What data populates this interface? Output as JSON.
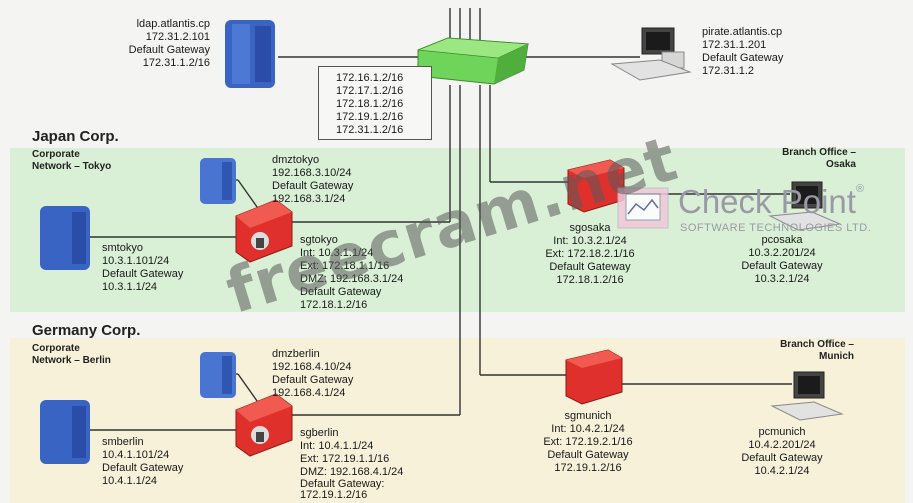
{
  "nodes": {
    "ldap": {
      "name": "ldap.atlantis.cp",
      "ip": "172.31.2.101",
      "gw_label": "Default Gateway",
      "gw": "172.31.1.2/16"
    },
    "pirate": {
      "name": "pirate.atlantis.cp",
      "ip": "172.31.1.201",
      "gw_label": "Default Gateway",
      "gw": "172.31.1.2"
    },
    "router_routes": [
      "172.16.1.2/16",
      "172.17.1.2/16",
      "172.18.1.2/16",
      "172.19.1.2/16",
      "172.31.1.2/16"
    ],
    "dmztokyo": {
      "name": "dmztokyo",
      "ip": "192.168.3.10/24",
      "gw_label": "Default Gateway",
      "gw": "192.168.3.1/24"
    },
    "smtokyo": {
      "name": "smtokyo",
      "ip": "10.3.1.101/24",
      "gw_label": "Default Gateway",
      "gw": "10.3.1.1/24"
    },
    "sgtokyo": {
      "name": "sgtokyo",
      "int": "Int: 10.3.1.1/24",
      "ext": "Ext: 172.18.1.1/16",
      "dmz": "DMZ: 192.168.3.1/24",
      "gw_label": "Default Gateway",
      "gw": "172.18.1.2/16"
    },
    "sgosaka": {
      "name": "sgosaka",
      "int": "Int: 10.3.2.1/24",
      "ext": "Ext: 172.18.2.1/16",
      "gw_label": "Default Gateway",
      "gw": "172.18.1.2/16"
    },
    "pcosaka": {
      "name": "pcosaka",
      "ip": "10.3.2.201/24",
      "gw_label": "Default Gateway",
      "gw": "10.3.2.1/24"
    },
    "dmzberlin": {
      "name": "dmzberlin",
      "ip": "192.168.4.10/24",
      "gw_label": "Default Gateway",
      "gw": "192.168.4.1/24"
    },
    "smberlin": {
      "name": "smberlin",
      "ip": "10.4.1.101/24",
      "gw_label": "Default Gateway",
      "gw": "10.4.1.1/24"
    },
    "sgberlin": {
      "name": "sgberlin",
      "int": "Int: 10.4.1.1/24",
      "ext": "Ext: 172.19.1.1/16",
      "dmz": "DMZ: 192.168.4.1/24",
      "gw_label": "Default Gateway:",
      "gw": "172.19.1.2/16"
    },
    "sgmunich": {
      "name": "sgmunich",
      "int": "Int: 10.4.2.1/24",
      "ext": "Ext: 172.19.2.1/16",
      "gw_label": "Default Gateway",
      "gw": "172.19.1.2/16"
    },
    "pcmunich": {
      "name": "pcmunich",
      "ip": "10.4.2.201/24",
      "gw_label": "Default Gateway",
      "gw": "10.4.2.1/24"
    }
  },
  "zones": {
    "japan": {
      "corp": "Japan Corp.",
      "network": "Corporate\nNetwork – Tokyo",
      "branch": "Branch Office –\nOsaka"
    },
    "germany": {
      "corp": "Germany Corp.",
      "network": "Corporate\nNetwork – Berlin",
      "branch": "Branch Office –\nMunich"
    }
  },
  "watermark": "freecram.net",
  "brand": {
    "name": "Check Point",
    "registered": "®",
    "tagline": "SOFTWARE TECHNOLOGIES LTD."
  },
  "colors": {
    "zone_green": "#d9f0d6",
    "zone_yellow": "#f7f1da",
    "router": "#6fd45a",
    "firewall": "#e0302b",
    "server": "#3a64c4"
  }
}
